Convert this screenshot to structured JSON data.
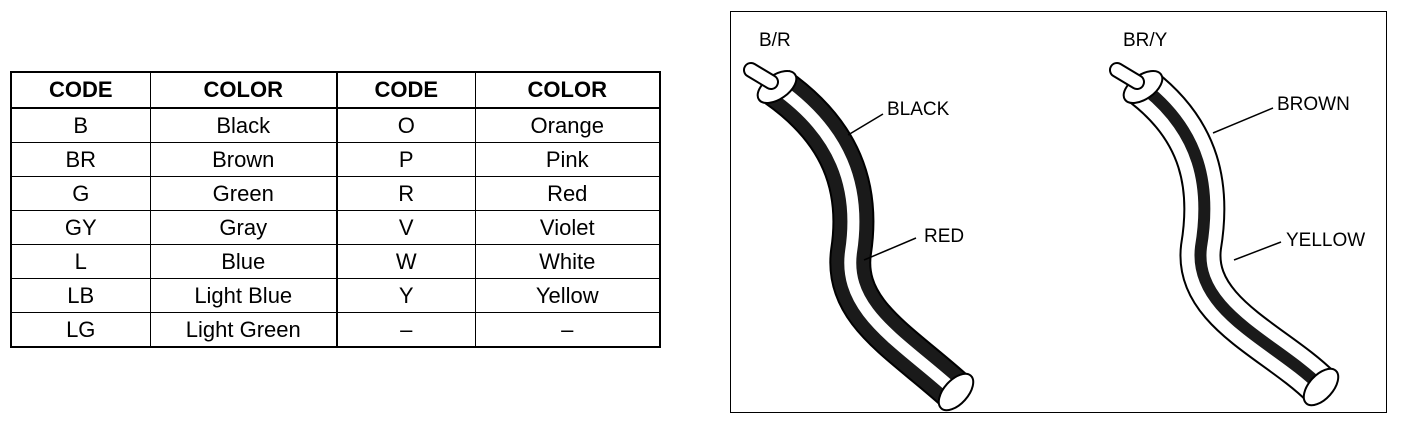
{
  "table": {
    "headers": [
      "CODE",
      "COLOR",
      "CODE",
      "COLOR"
    ],
    "rows": [
      [
        "B",
        "Black",
        "O",
        "Orange"
      ],
      [
        "BR",
        "Brown",
        "P",
        "Pink"
      ],
      [
        "G",
        "Green",
        "R",
        "Red"
      ],
      [
        "GY",
        "Gray",
        "V",
        "Violet"
      ],
      [
        "L",
        "Blue",
        "W",
        "White"
      ],
      [
        "LB",
        "Light Blue",
        "Y",
        "Yellow"
      ],
      [
        "LG",
        "Light Green",
        "–",
        "–"
      ]
    ]
  },
  "diagram": {
    "wire1": {
      "code": "B/R",
      "base_label": "BLACK",
      "stripe_label": "RED",
      "base_color": "#1a1a1a",
      "stripe_color": "#ffffff"
    },
    "wire2": {
      "code": "BR/Y",
      "base_label": "BROWN",
      "stripe_label": "YELLOW",
      "base_color": "#ffffff",
      "stripe_color": "#1a1a1a"
    }
  }
}
